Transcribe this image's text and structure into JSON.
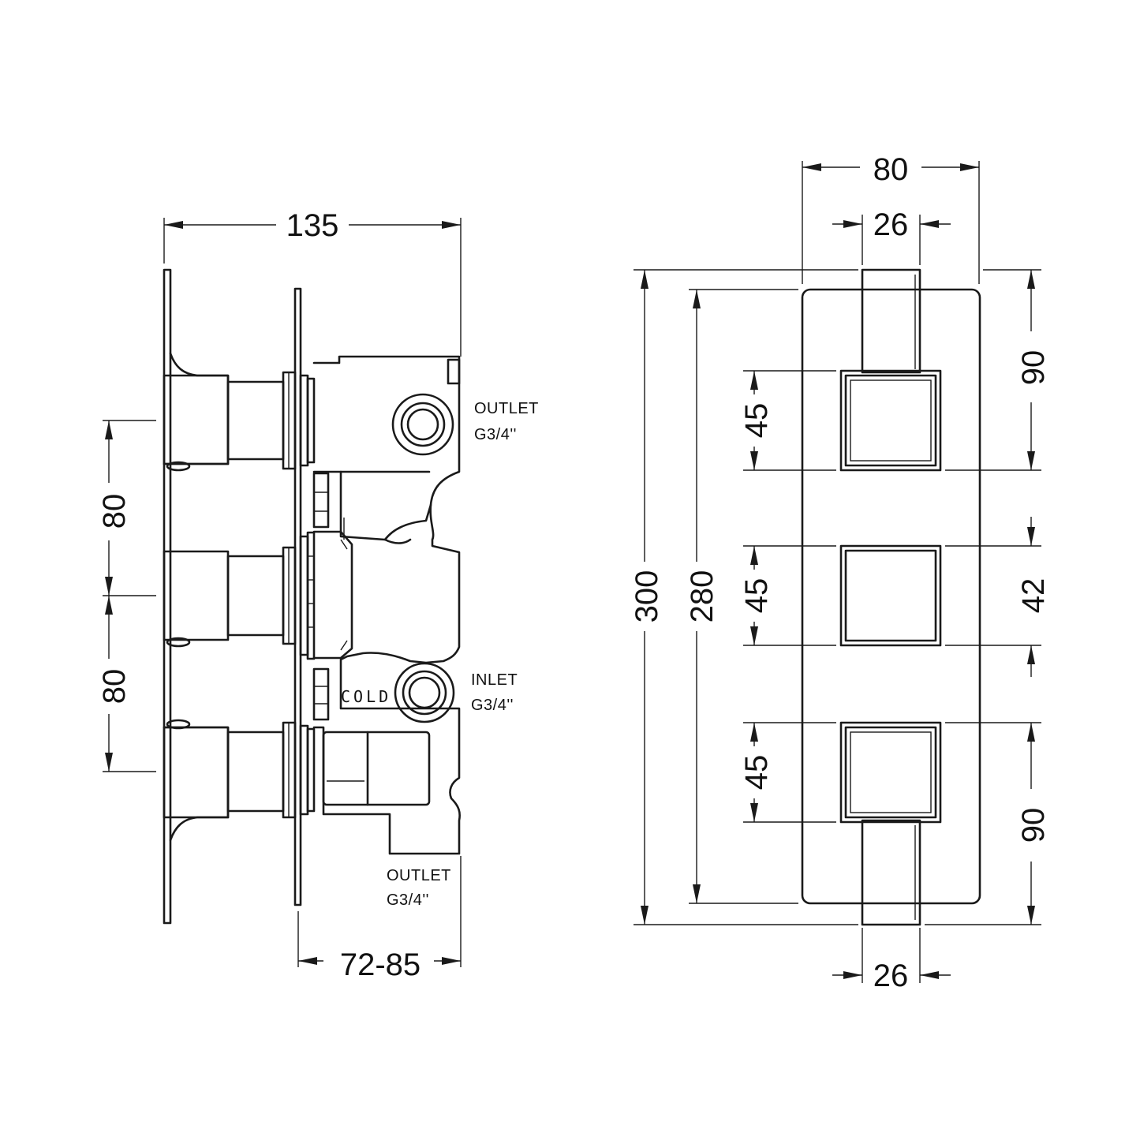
{
  "side_view": {
    "dims": {
      "overall_depth": "135",
      "handle_spacing_upper": "80",
      "handle_spacing_lower": "80",
      "install_depth": "72-85"
    },
    "ports": {
      "outlet_top": {
        "label": "OUTLET",
        "thread": "G3/4''"
      },
      "inlet": {
        "label": "INLET",
        "thread": "G3/4''"
      },
      "outlet_bottom": {
        "label": "OUTLET",
        "thread": "G3/4''"
      }
    },
    "cold_label": "COLD"
  },
  "front_view": {
    "dims": {
      "plate_width": "80",
      "lever_width_top": "26",
      "lever_width_bottom": "26",
      "overall_height": "300",
      "plate_height": "280",
      "knob_height_top": "45",
      "knob_height_mid": "45",
      "knob_height_bottom": "45",
      "top_section": "90",
      "knob_gap": "42",
      "bottom_section": "90"
    }
  }
}
